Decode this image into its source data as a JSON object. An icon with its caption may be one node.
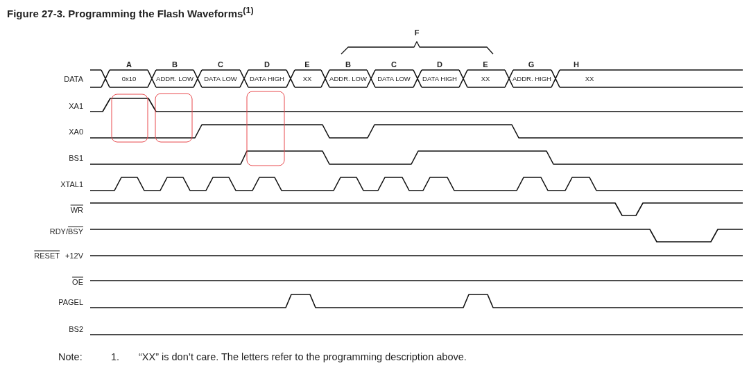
{
  "diagram": {
    "title": "Figure 27-3. Programming the Flash Waveforms$^{(1)}$",
    "labels": [
      "F",
      "A",
      "B",
      "C",
      "D",
      "E",
      "B",
      "C",
      "D",
      "E",
      "G",
      "H",
      "DATA",
      "0x10",
      "ADDR. LOW",
      "DATA LOW",
      "DATA HIGH",
      "XX",
      "ADDR. LOW",
      "DATA LOW",
      "DATA HIGH",
      "XX",
      "ADDR. HIGH",
      "XX",
      "XA1",
      "XA0",
      "BS1",
      "XTAL1",
      "WR",
      "RDY/BSY",
      "RESET",
      "+12V",
      "OE",
      "PAGEL",
      "BS2",
      "Note:",
      "1.",
      "“XX” is don’t care. The letters refer to the programming description above."
    ]
  }
}
